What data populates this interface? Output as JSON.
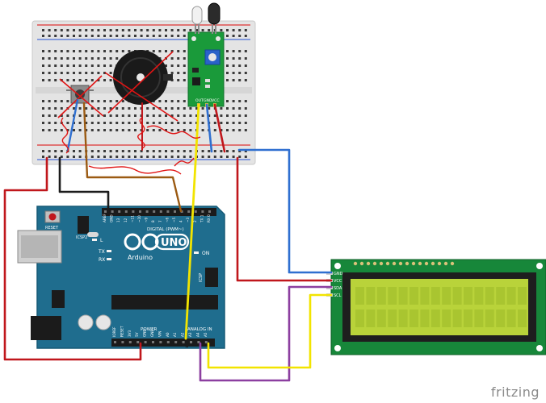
{
  "arduino": {
    "brand": "Arduino",
    "model": "UNO",
    "reset_label": "RESET",
    "icsp2_label": "ICSP2",
    "icsp_label": "ICSP",
    "digital_label": "DIGITAL (PWM~)",
    "power_label": "POWER",
    "analog_label": "ANALOG IN",
    "led_l": "L",
    "led_tx": "TX",
    "led_rx": "RX",
    "led_on": "ON",
    "top_pins": [
      "AREF",
      "GND",
      "13",
      "12",
      "~11",
      "~10",
      "~9",
      "8",
      "7",
      "~6",
      "~5",
      "4",
      "~3",
      "2",
      "TX 1",
      "RX 0"
    ],
    "bottom_pins": [
      "IOREF",
      "RESET",
      "3V3",
      "5V",
      "GND",
      "GND",
      "VIN",
      "A0",
      "A1",
      "A2",
      "A3",
      "A4",
      "A5"
    ]
  },
  "ir_sensor": {
    "pins": [
      "OUT",
      "GND",
      "VCC"
    ]
  },
  "lcd": {
    "pins": [
      "GND",
      "VCC",
      "SDA",
      "SCL"
    ]
  },
  "watermark": "fritzing",
  "colors": {
    "board": "#1f6d8e",
    "board_edge": "#165a76",
    "breadboard": "#e4e4e4",
    "sensor_pcb": "#1a9a3a",
    "lcd_pcb": "#17873a",
    "lcd_screen": "#b9d33a",
    "wire_red": "#c0171c",
    "wire_black": "#1c1c1c",
    "wire_blue": "#2f6fd0",
    "wire_yellow": "#f2e400",
    "wire_purple": "#8c3fa0",
    "wire_brown": "#9b5a12",
    "annotation_red": "#e01414"
  }
}
